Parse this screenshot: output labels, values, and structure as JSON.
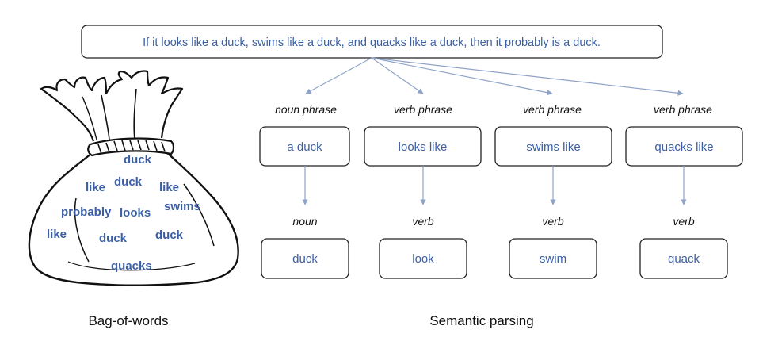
{
  "sentence": "If it looks like a duck, swims like a duck, and quacks like a duck, then it probably is a duck.",
  "phrase_labels": [
    "noun phrase",
    "verb phrase",
    "verb phrase",
    "verb phrase"
  ],
  "phrases": [
    "a duck",
    "looks like",
    "swims like",
    "quacks like"
  ],
  "word_labels": [
    "noun",
    "verb",
    "verb",
    "verb"
  ],
  "words": [
    "duck",
    "look",
    "swim",
    "quack"
  ],
  "bag_words": [
    "duck",
    "like",
    "duck",
    "like",
    "probably",
    "looks",
    "swims",
    "like",
    "duck",
    "duck",
    "quacks"
  ],
  "captions": {
    "left": "Bag-of-words",
    "right": "Semantic parsing"
  },
  "colors": {
    "box_border": "#222222",
    "text_blue": "#3b5fa5",
    "arrow": "#8fa3c8",
    "bag_stroke": "#111111",
    "rope": "#111111"
  }
}
